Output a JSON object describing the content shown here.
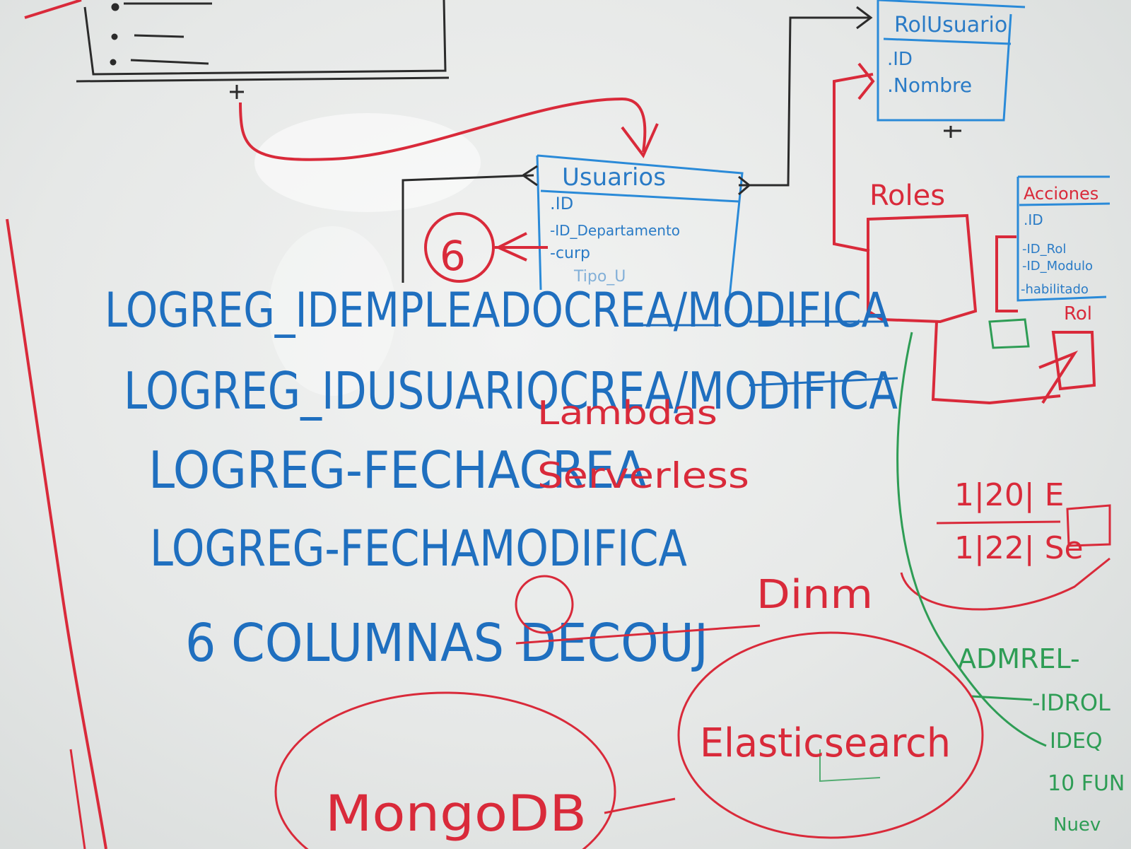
{
  "colors": {
    "blue_marker": "#1f6fbf",
    "red_marker": "#d92a3a",
    "black_marker": "#2b2b2b",
    "green_marker": "#2e9d55",
    "board": "#eef0ef"
  },
  "entities": {
    "rol_usuario": {
      "title": "RolUsuario",
      "fields": [
        ".ID",
        ".Nombre"
      ]
    },
    "usuarios": {
      "title": "Usuarios",
      "fields": [
        ".ID",
        "-ID_Departamento",
        "-curp",
        "Tipo_U"
      ]
    },
    "roles": {
      "title": "Roles"
    },
    "acciones": {
      "title": "Acciones",
      "fields": [
        ".ID",
        "-ID_Rol",
        "-ID_Modulo",
        "-habilitado"
      ]
    },
    "adm_rel": {
      "title": "ADMREL-",
      "fields": [
        "-IDROL",
        "IDEQ",
        "10 FUN",
        "Nuev"
      ]
    }
  },
  "main_lines": [
    "LOGREG_IDEMPLEADOCREA/MODIFICA",
    "LOGREG_IDUSUARIOCREA/MODIFICA",
    "LOGREG-FECHACREA",
    "LOGREG-FECHAMODIFICA"
  ],
  "columns_note": "6 COLUMNAS DECOUJ",
  "circled_six": "6",
  "red_notes": {
    "lambdas": "Lambdas",
    "serverless": "Serverless",
    "dynamo": "Dinm",
    "mongo": "MongoDB",
    "elastic": "Elasticsearch",
    "dates_top": "1|20| E",
    "dates_bottom": "1|22| Se",
    "roles_side": "Rol"
  }
}
